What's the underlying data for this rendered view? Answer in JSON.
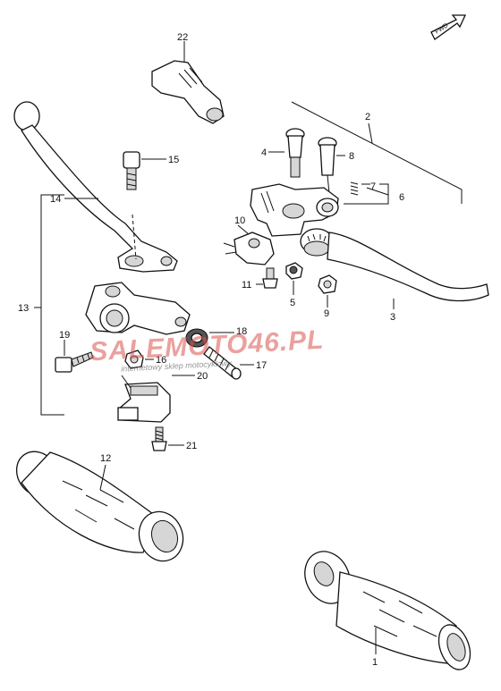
{
  "diagram": {
    "fwd_label": "FWD",
    "labels": {
      "p1": "1",
      "p2": "2",
      "p3": "3",
      "p4": "4",
      "p5": "5",
      "p6": "6",
      "p7": "7",
      "p8": "8",
      "p9": "9",
      "p10": "10",
      "p11": "11",
      "p12": "12",
      "p13": "13",
      "p14": "14",
      "p15": "15",
      "p16": "16",
      "p17": "17",
      "p18": "18",
      "p19": "19",
      "p20": "20",
      "p21": "21",
      "p22": "22"
    },
    "watermark": {
      "brand": "SALEMOTO46.PL",
      "tagline": "internetowy sklep motocyklowy"
    }
  }
}
